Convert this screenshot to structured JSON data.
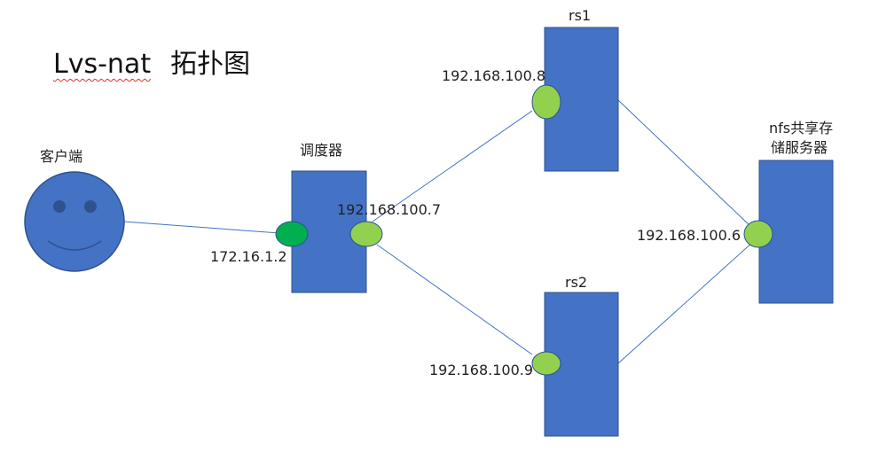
{
  "title": {
    "main": "Lvs-nat",
    "sub": "拓扑图"
  },
  "nodes": {
    "client": {
      "label": "客户端"
    },
    "director": {
      "label": "调度器"
    },
    "rs1": {
      "label": "rs1"
    },
    "rs2": {
      "label": "rs2"
    },
    "nfs": {
      "label_line1": "nfs共享存",
      "label_line2": "储服务器"
    }
  },
  "addresses": {
    "director_external": "172.16.1.2",
    "director_internal": "192.168.100.7",
    "rs1": "192.168.100.8",
    "rs2": "192.168.100.9",
    "nfs": "192.168.100.6"
  },
  "colors": {
    "box_fill": "#4472c4",
    "box_stroke": "#2f528f",
    "port_light": "#92d050",
    "port_dark": "#00b050",
    "line": "#4472c4",
    "face_eye": "#2f528f",
    "underline": "#e0302c"
  }
}
